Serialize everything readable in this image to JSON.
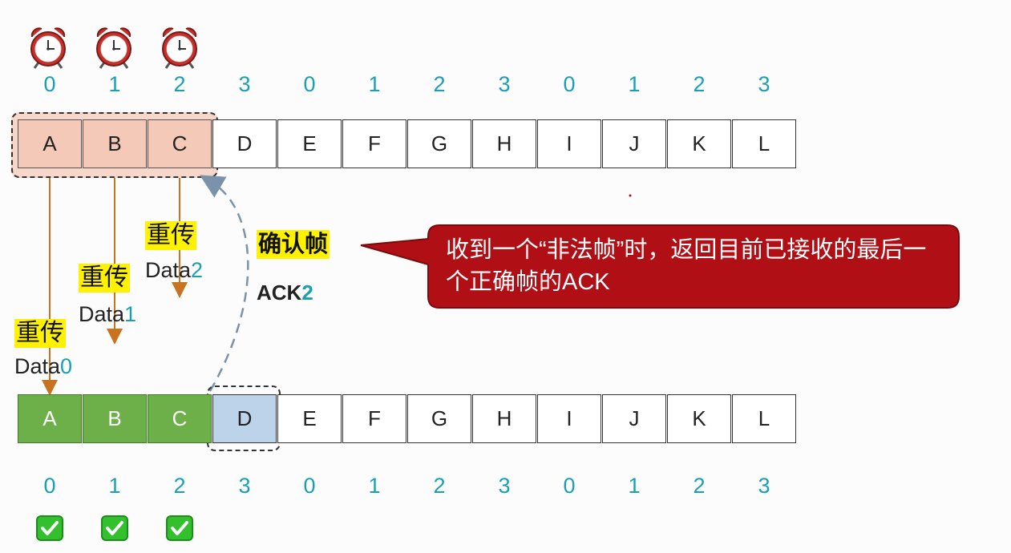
{
  "top_seq": [
    "0",
    "1",
    "2",
    "3",
    "0",
    "1",
    "2",
    "3",
    "0",
    "1",
    "2",
    "3"
  ],
  "frames": [
    "A",
    "B",
    "C",
    "D",
    "E",
    "F",
    "G",
    "H",
    "I",
    "J",
    "K",
    "L"
  ],
  "bottom_frames": [
    "A",
    "B",
    "C",
    "D",
    "E",
    "F",
    "G",
    "H",
    "I",
    "J",
    "K",
    "L"
  ],
  "bottom_seq": [
    "0",
    "1",
    "2",
    "3",
    "0",
    "1",
    "2",
    "3",
    "0",
    "1",
    "2",
    "3"
  ],
  "timers": [
    "alarm-clock-icon",
    "alarm-clock-icon",
    "alarm-clock-icon"
  ],
  "retransmits": [
    {
      "label": "重传",
      "data_word": "Data",
      "data_num": "0"
    },
    {
      "label": "重传",
      "data_word": "Data",
      "data_num": "1"
    },
    {
      "label": "重传",
      "data_word": "Data",
      "data_num": "2"
    }
  ],
  "ack": {
    "label": "确认帧",
    "word": "ACK",
    "num": "2"
  },
  "callout": {
    "text": "收到一个“非法帧”时，返回目前已接收的最后一个正确帧的ACK"
  },
  "checks": [
    "check-icon",
    "check-icon",
    "check-icon"
  ],
  "colors": {
    "seq_teal": "#1aa0b2",
    "sent_fill": "#f5c9b7",
    "received_fill": "#6db04a",
    "expected_fill": "#bcd3ea",
    "highlight": "#fff200",
    "callout_red": "#b01015",
    "arrow_orange": "#c8731f",
    "ack_arrow": "#7a93ab"
  }
}
